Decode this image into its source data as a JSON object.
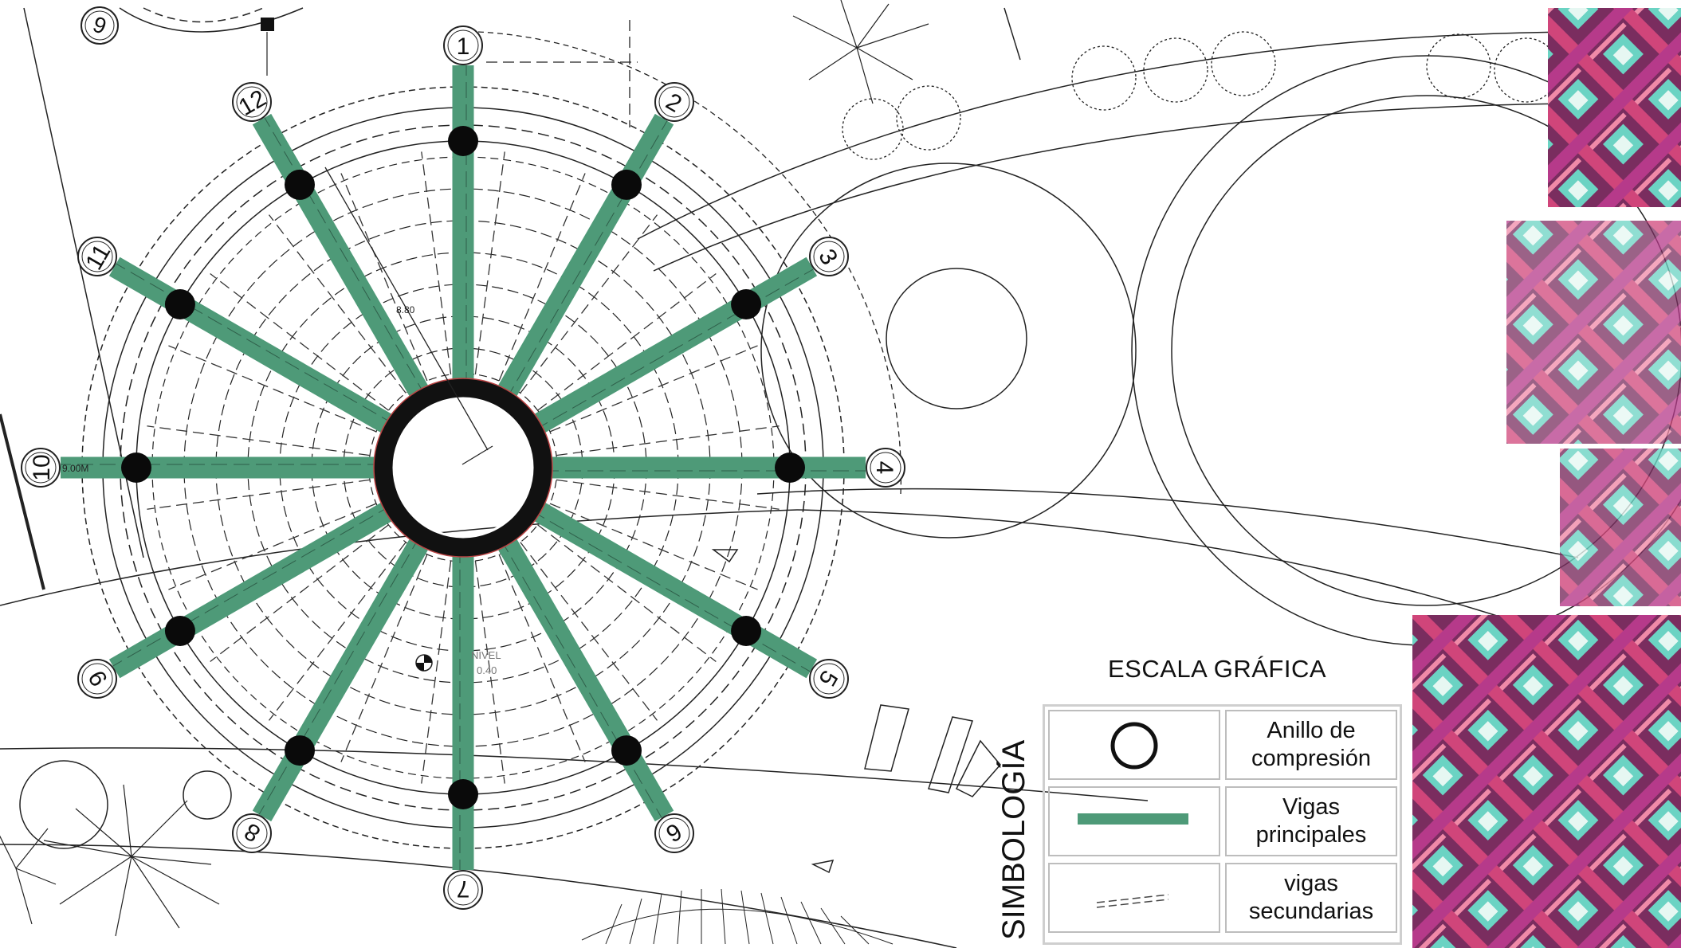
{
  "axes": [
    "1",
    "2",
    "3",
    "4",
    "5",
    "6",
    "7",
    "8",
    "9",
    "10",
    "11",
    "12"
  ],
  "corner_axis": "6",
  "dimension_radius": "8.80",
  "dimension_level_label": "NIVEL",
  "dimension_level_value": "0.40",
  "dimension_width": "9.00M",
  "legend": {
    "title": "ESCALA GRÁFICA",
    "side_label": "SIMBOLOGÍA",
    "items": [
      {
        "symbol": "compression-ring-icon",
        "label_line1": "Anillo de",
        "label_line2": "compresión"
      },
      {
        "symbol": "main-beam-icon",
        "label_line1": "Vigas",
        "label_line2": "principales"
      },
      {
        "symbol": "secondary-beam-icon",
        "label_line1": "vigas",
        "label_line2": "secundarias"
      }
    ]
  },
  "colors": {
    "main_beam": "#4e9a78",
    "column": "#0a0a0a",
    "ring": "#111111",
    "pattern_pink": "#d0457a",
    "pattern_teal": "#6bd3c3",
    "pattern_purple": "#5a2d6e"
  }
}
